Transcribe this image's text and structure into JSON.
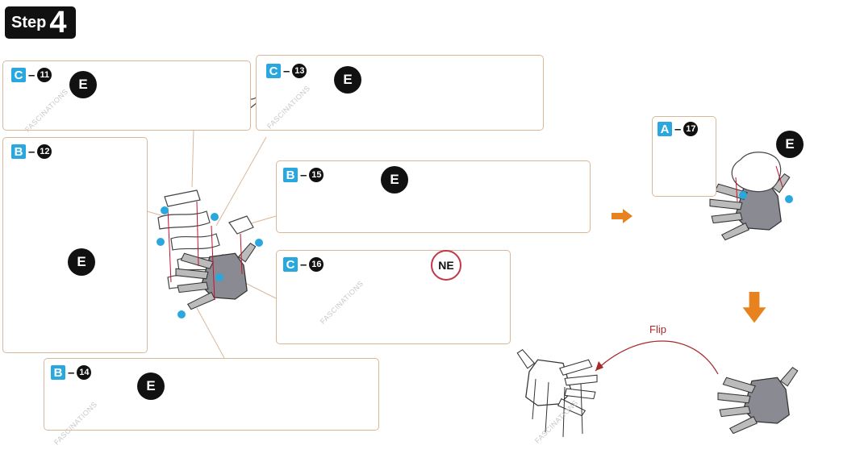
{
  "step": {
    "word": "Step",
    "number": "4"
  },
  "panels": {
    "c11": {
      "letter": "C",
      "dash": "–",
      "number": "11"
    },
    "b12": {
      "letter": "B",
      "dash": "–",
      "number": "12"
    },
    "c13": {
      "letter": "C",
      "dash": "–",
      "number": "13"
    },
    "b14": {
      "letter": "B",
      "dash": "–",
      "number": "14"
    },
    "b15": {
      "letter": "B",
      "dash": "–",
      "number": "15"
    },
    "c16": {
      "letter": "C",
      "dash": "–",
      "number": "16"
    },
    "a17": {
      "letter": "A",
      "dash": "–",
      "number": "17"
    }
  },
  "markers": {
    "e": "E",
    "ne": "NE"
  },
  "flip_label": "Flip",
  "watermark": "FASCINATIONS",
  "colors": {
    "accent_blue": "#2aa7de",
    "arrow_orange": "#e8821e",
    "part_red": "#c8102e",
    "panel_border": "#d9b89a",
    "flip_red": "#a62a2a"
  }
}
